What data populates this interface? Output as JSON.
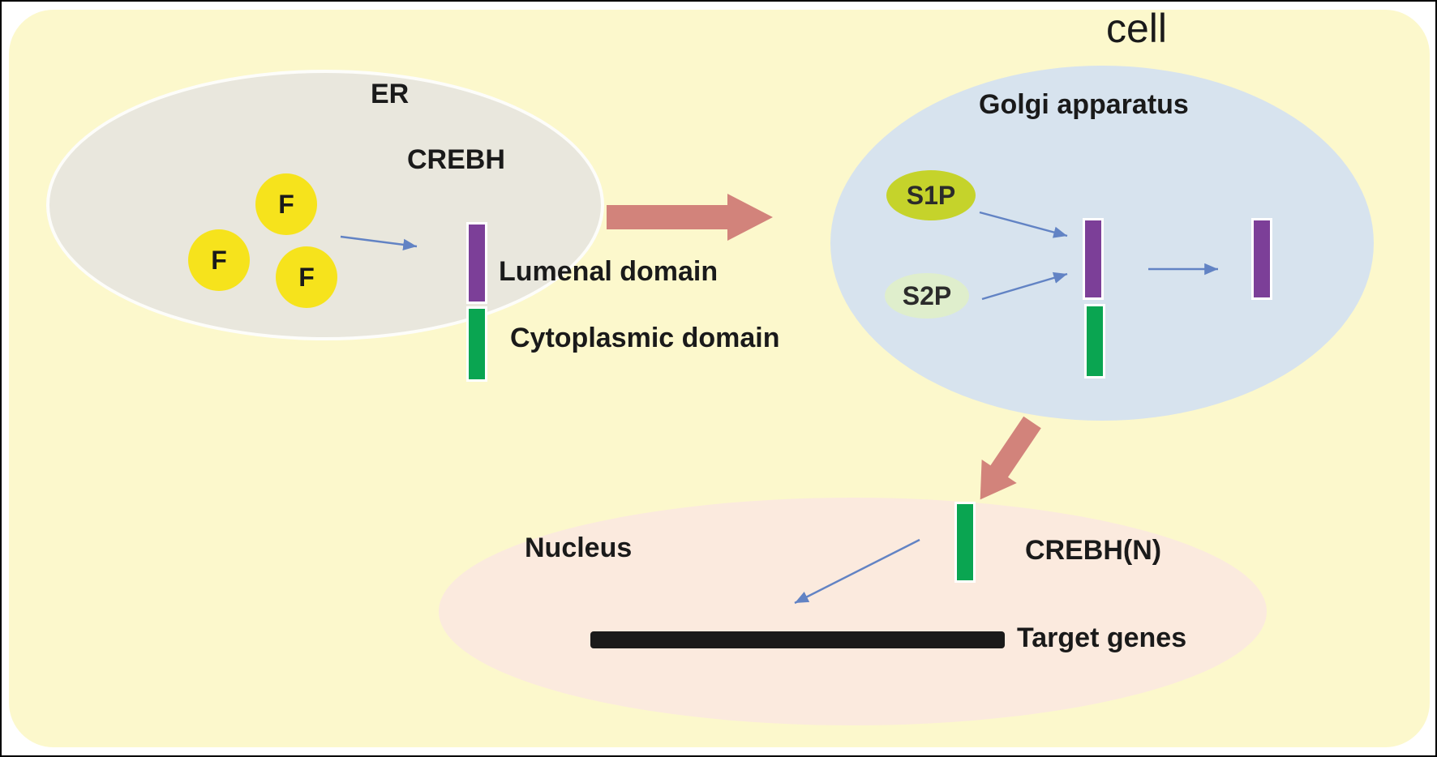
{
  "figure": {
    "cell_label": "cell"
  },
  "er": {
    "label": "ER",
    "crebh_label": "CREBH",
    "f_labels": [
      "F",
      "F",
      "F"
    ],
    "lumenal_domain_label": "Lumenal domain",
    "cytoplasmic_domain_label": "Cytoplasmic domain"
  },
  "golgi": {
    "label": "Golgi apparatus",
    "s1p_label": "S1P",
    "s2p_label": "S2P"
  },
  "nucleus": {
    "label": "Nucleus",
    "crebh_n_label": "CREBH(N)",
    "target_genes_label": "Target genes"
  },
  "colors": {
    "background": "#FCF8CC",
    "er_fill": "#E9E7DD",
    "golgi_fill": "#D7E3EE",
    "nucleus_fill": "#FBEADE",
    "f_circle_fill": "#F6E31C",
    "s1p_fill": "#C5D32B",
    "s2p_fill": "#DFEECC",
    "lumenal_domain_color": "#7C3F98",
    "cytoplasmic_domain_color": "#0AA551",
    "block_arrow_color": "#D2837B",
    "thin_arrow_color": "#6283C4",
    "target_genes_bar_color": "#1A1A1A"
  }
}
